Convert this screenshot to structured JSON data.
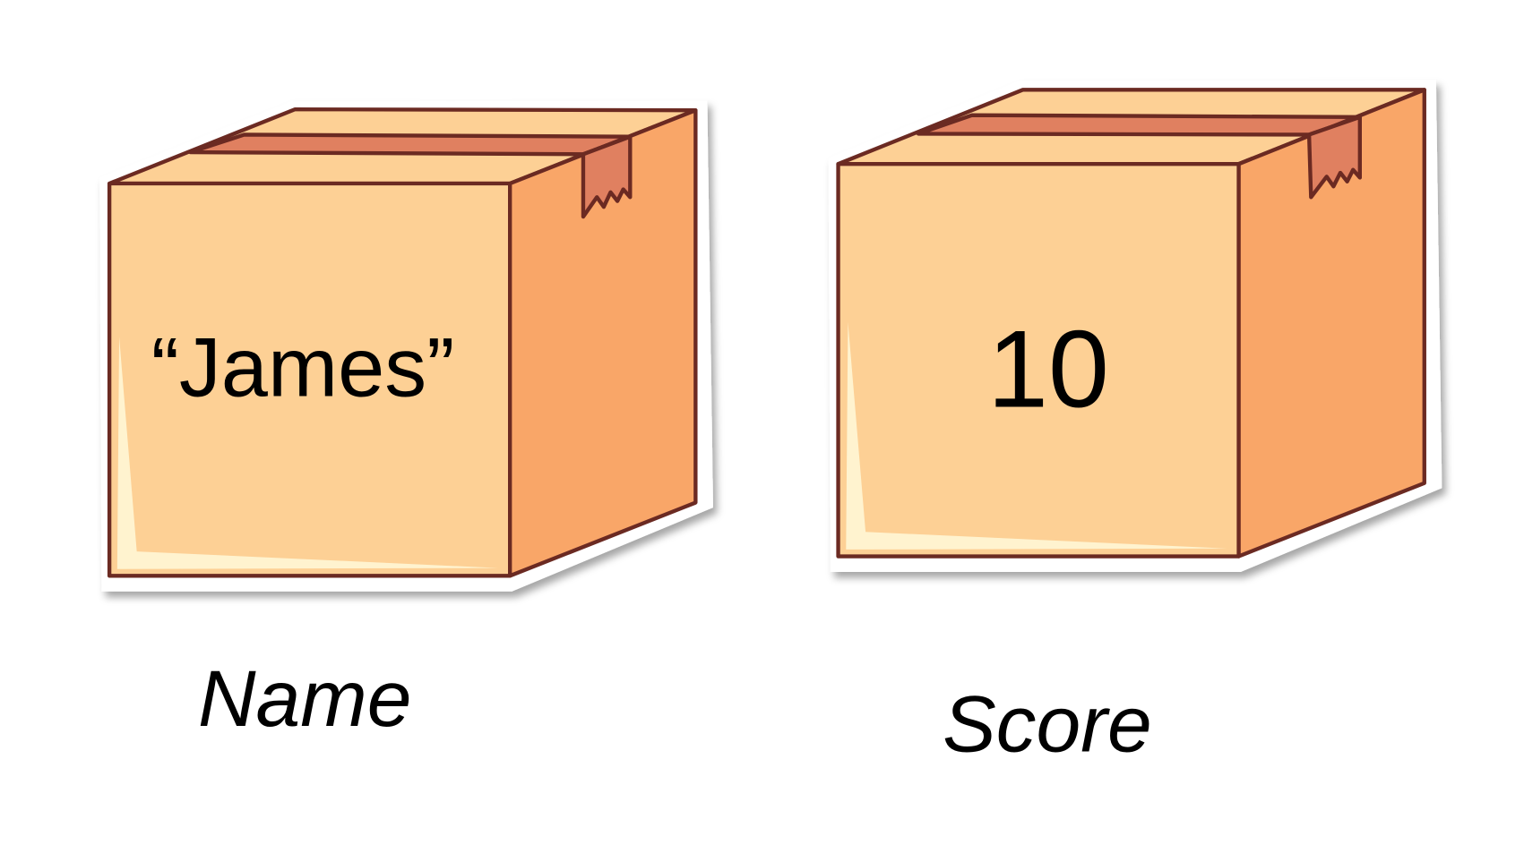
{
  "boxes": [
    {
      "content": "“James”",
      "label": "Name"
    },
    {
      "content": "10",
      "label": "Score"
    }
  ],
  "colors": {
    "front": "#fdd095",
    "side": "#f9a668",
    "top": "#fdd095",
    "tape": "#e08060",
    "outline": "#6b2a22",
    "highlight": "#fff3cf"
  }
}
